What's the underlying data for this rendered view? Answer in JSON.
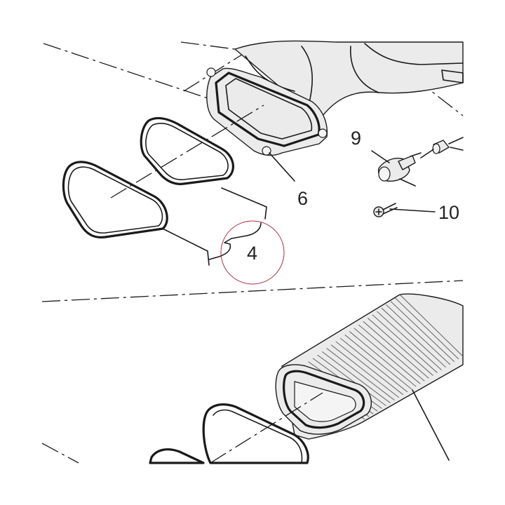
{
  "callouts": [
    {
      "id": "part-4",
      "label": "4"
    },
    {
      "id": "part-6",
      "label": "6"
    },
    {
      "id": "part-9",
      "label": "9"
    },
    {
      "id": "part-10",
      "label": "10"
    }
  ],
  "highlight_color": "#b0303c",
  "line_color": "#1a1a1a"
}
